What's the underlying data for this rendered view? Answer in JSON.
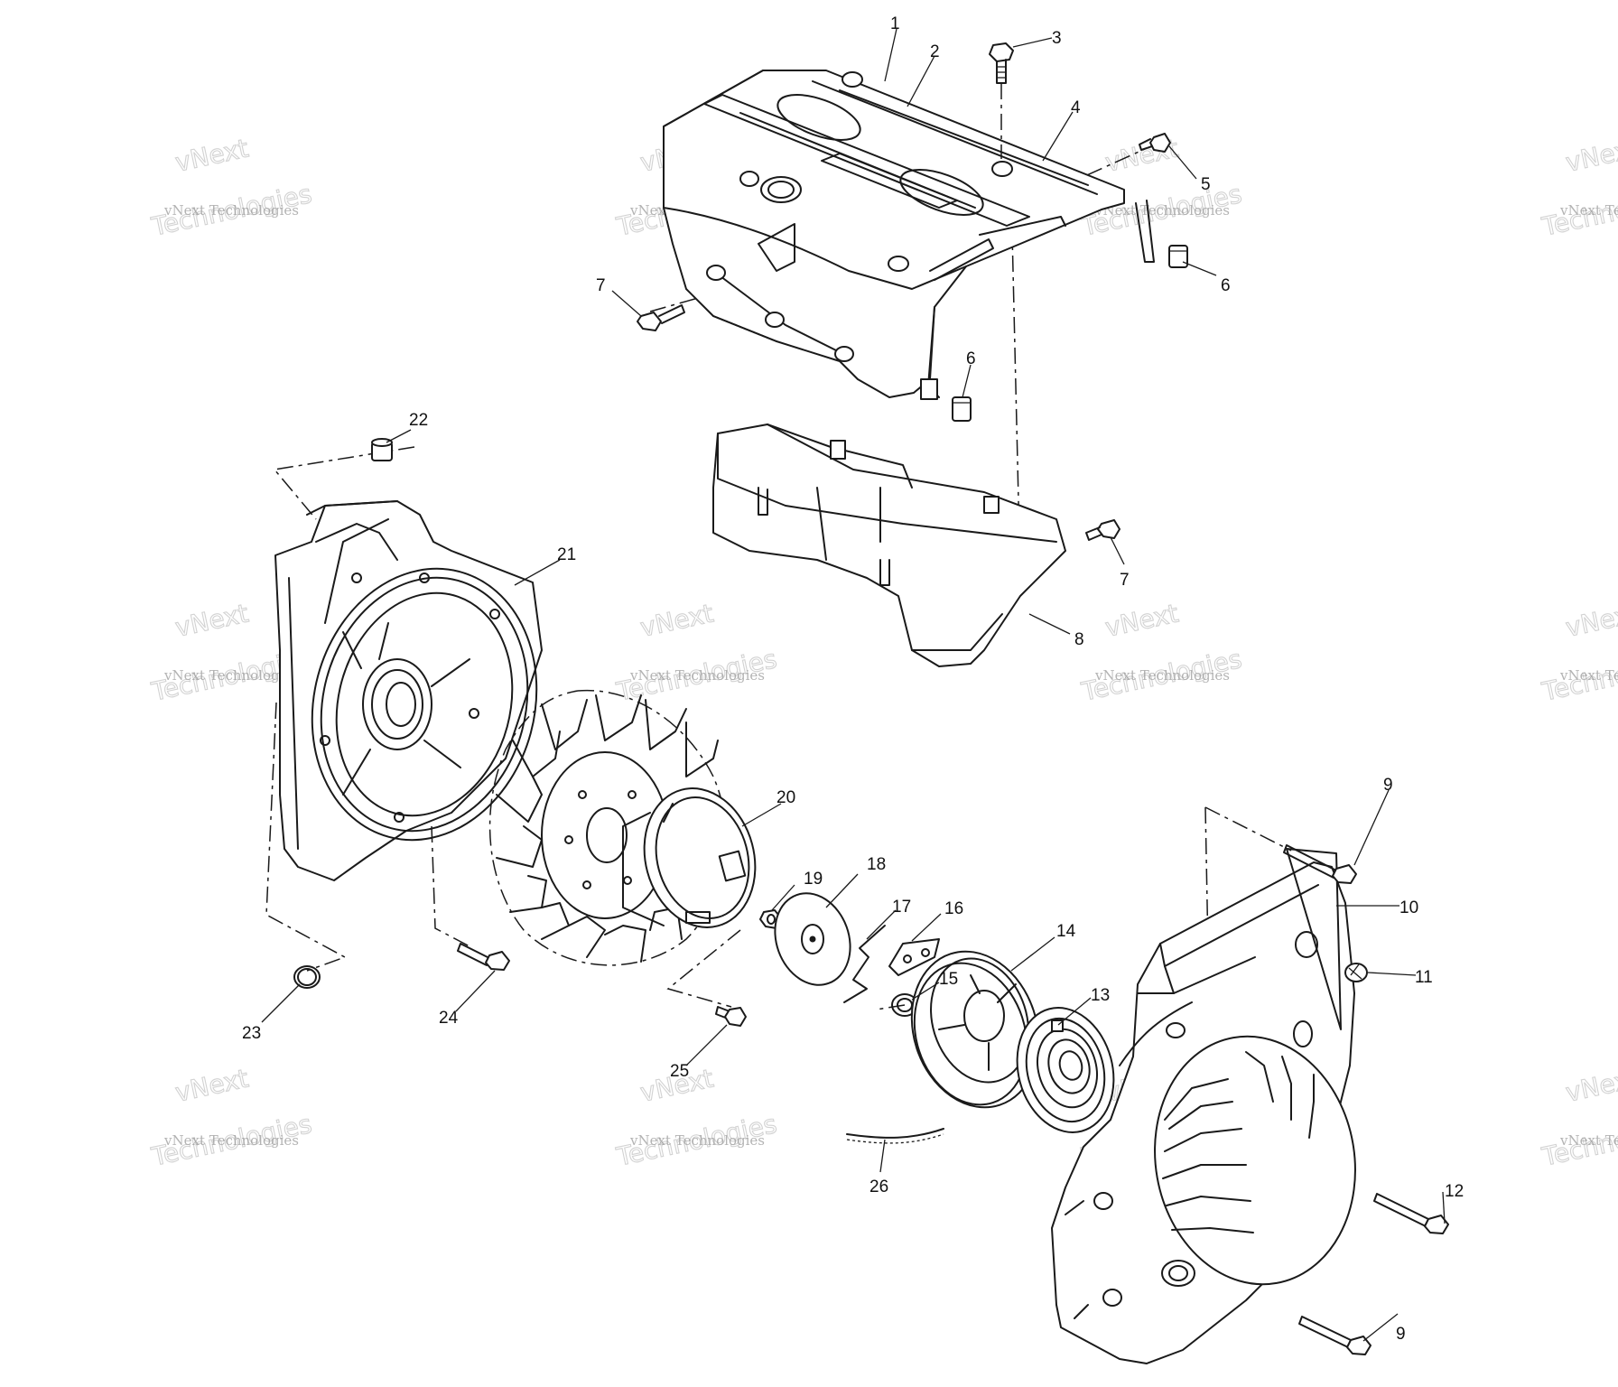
{
  "diagram": {
    "callouts": [
      {
        "id": "c1",
        "text": "1"
      },
      {
        "id": "c2",
        "text": "2"
      },
      {
        "id": "c3",
        "text": "3"
      },
      {
        "id": "c4",
        "text": "4"
      },
      {
        "id": "c5",
        "text": "5"
      },
      {
        "id": "c6a",
        "text": "6"
      },
      {
        "id": "c6b",
        "text": "6"
      },
      {
        "id": "c7a",
        "text": "7"
      },
      {
        "id": "c7b",
        "text": "7"
      },
      {
        "id": "c8",
        "text": "8"
      },
      {
        "id": "c9a",
        "text": "9"
      },
      {
        "id": "c9b",
        "text": "9"
      },
      {
        "id": "c10",
        "text": "10"
      },
      {
        "id": "c11",
        "text": "11"
      },
      {
        "id": "c12",
        "text": "12"
      },
      {
        "id": "c13",
        "text": "13"
      },
      {
        "id": "c14",
        "text": "14"
      },
      {
        "id": "c15",
        "text": "15"
      },
      {
        "id": "c16",
        "text": "16"
      },
      {
        "id": "c17",
        "text": "17"
      },
      {
        "id": "c18",
        "text": "18"
      },
      {
        "id": "c19",
        "text": "19"
      },
      {
        "id": "c20",
        "text": "20"
      },
      {
        "id": "c21",
        "text": "21"
      },
      {
        "id": "c22",
        "text": "22"
      },
      {
        "id": "c23",
        "text": "23"
      },
      {
        "id": "c24",
        "text": "24"
      },
      {
        "id": "c25",
        "text": "25"
      },
      {
        "id": "c26",
        "text": "26"
      }
    ]
  },
  "watermark": {
    "line1": "vNext Technologies",
    "line2": "vNext",
    "line3": "Technologies"
  }
}
